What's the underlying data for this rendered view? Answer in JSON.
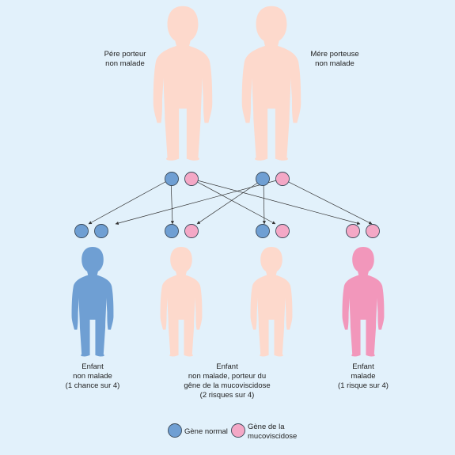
{
  "parents": {
    "father": {
      "lines": [
        "Pére porteur",
        "non malade"
      ]
    },
    "mother": {
      "lines": [
        "Mére porteuse",
        "non malade"
      ]
    }
  },
  "children": [
    {
      "lines": [
        "Enfant",
        "non malade",
        "(1 chance sur 4)"
      ]
    },
    {
      "lines": [
        "Enfant",
        "non malade, porteur du",
        "gêne de la mucoviscidose",
        "(2 risques sur 4)"
      ]
    },
    {
      "lines": [
        "Enfant",
        "malade",
        "(1 risque sur 4)"
      ]
    }
  ],
  "legend": {
    "normal": "Gène normal",
    "cf_line1": "Gène de la",
    "cf_line2": "mucoviscidose"
  },
  "colors": {
    "background": "#e2f1fb",
    "parent_silhouette": "#fdd9cc",
    "child_unaffected": "#6f9fd3",
    "child_carrier": "#fdd9cc",
    "child_affected": "#f297bb",
    "gene_normal": "#6f9fd3",
    "gene_cf": "#f4a8c6",
    "arrow": "#333333"
  }
}
